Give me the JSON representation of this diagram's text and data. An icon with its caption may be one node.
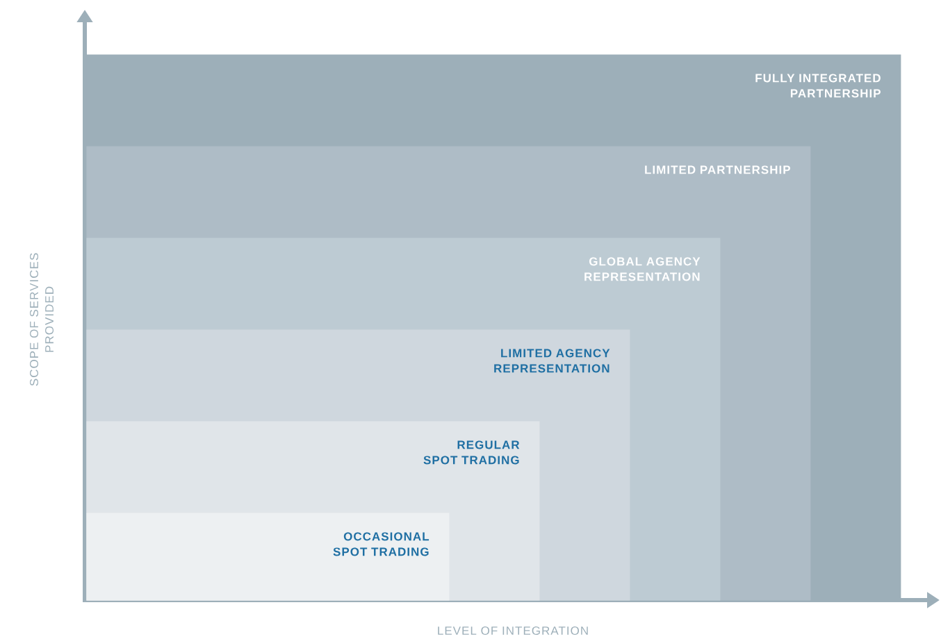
{
  "diagram": {
    "nodes": [
      {
        "text": [
          "FULLY INTEGRATED PARTNERSHIP"
        ]
      },
      {
        "text": [
          "LIMITED PARTNERSHIP"
        ],
        "in": 0
      },
      {
        "text": [
          "GLOBAL AGENCY REPRESENTATION"
        ],
        "in": 1
      },
      {
        "text": [
          "LIMITED AGENCY REPRESENTATION"
        ],
        "in": 2
      },
      {
        "text": [
          "REGULAR SPOT TRADING"
        ],
        "in": 3
      },
      {
        "text": [
          "OCCASIONAL SPOT TRADING"
        ],
        "in": 4
      }
    ],
    "edges": [],
    "labels": [
      "SCOPE OF SERVICES PROVIDED",
      "LEVEL OF INTEGRATION"
    ]
  }
}
